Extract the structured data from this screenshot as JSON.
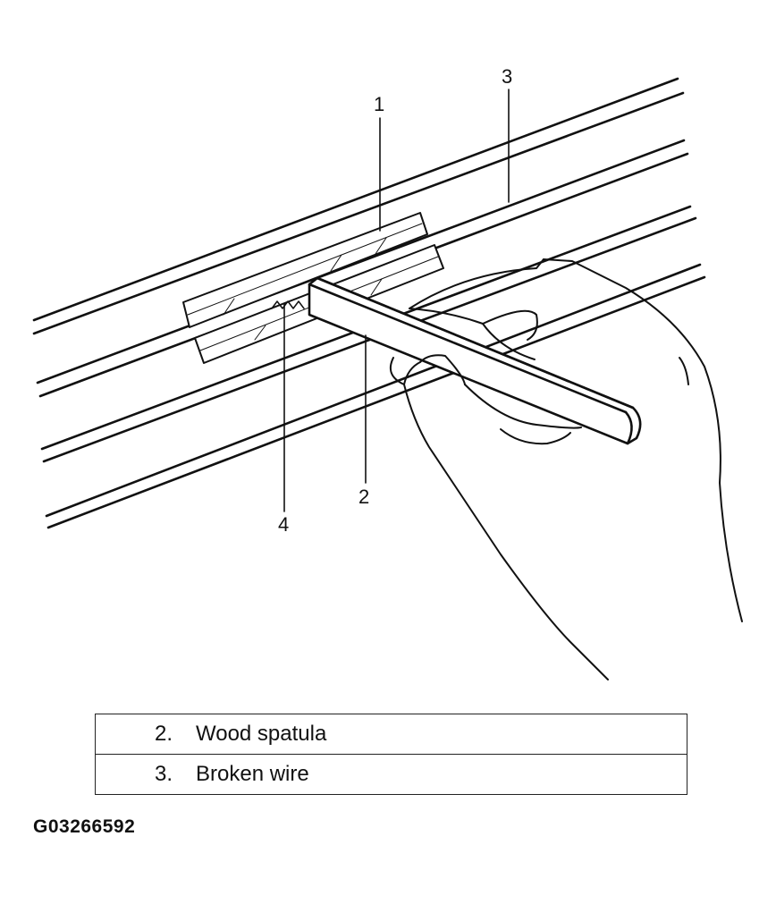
{
  "callouts": {
    "c1": "1",
    "c2": "2",
    "c3": "3",
    "c4": "4"
  },
  "legend": [
    {
      "number": "2.",
      "label": "Wood spatula"
    },
    {
      "number": "3.",
      "label": "Broken wire"
    }
  ],
  "figure_id": "G03266592"
}
